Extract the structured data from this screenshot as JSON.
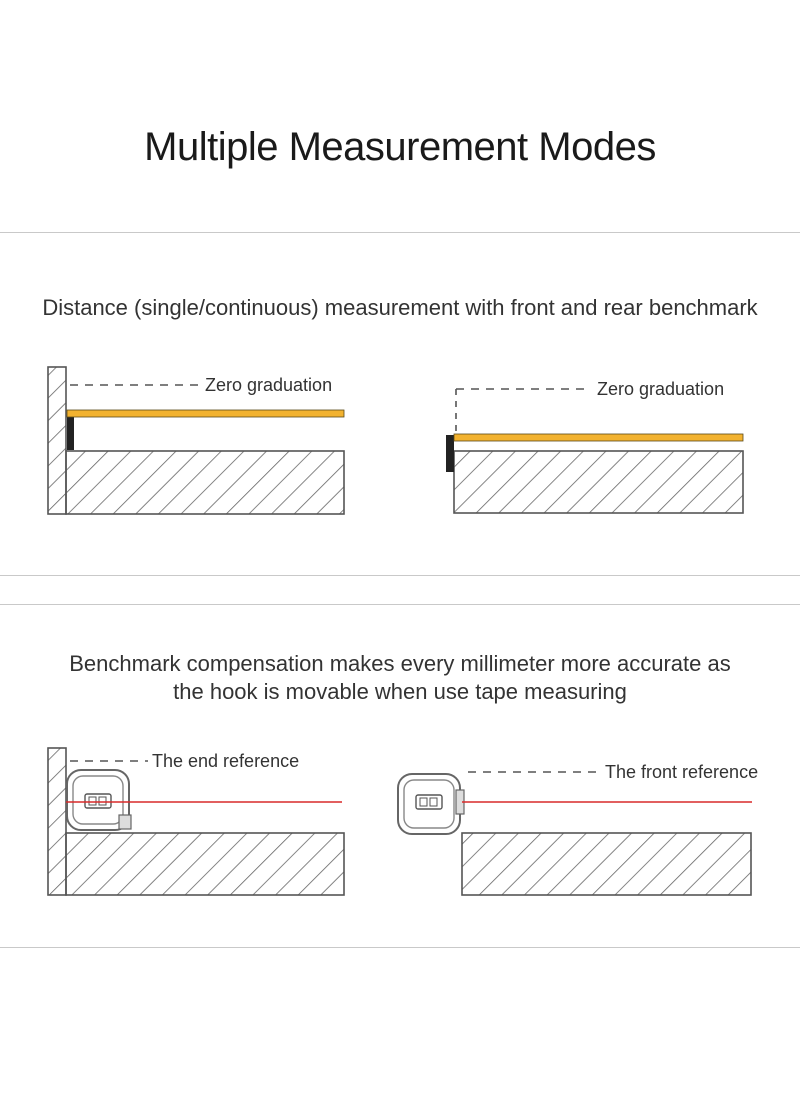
{
  "page": {
    "title": "Multiple Measurement Modes"
  },
  "section1": {
    "caption": "Distance (single/continuous) measurement with front and rear benchmark",
    "left_label": "Zero graduation",
    "right_label": "Zero graduation"
  },
  "section2": {
    "caption_line1": "Benchmark compensation makes every millimeter more accurate as",
    "caption_line2": "the hook is movable when use tape measuring",
    "left_label": "The end reference",
    "right_label": "The front reference"
  },
  "colors": {
    "tape": "#f2b230",
    "laser": "#d92a2a",
    "hatch": "#555555",
    "dash": "#555555"
  }
}
